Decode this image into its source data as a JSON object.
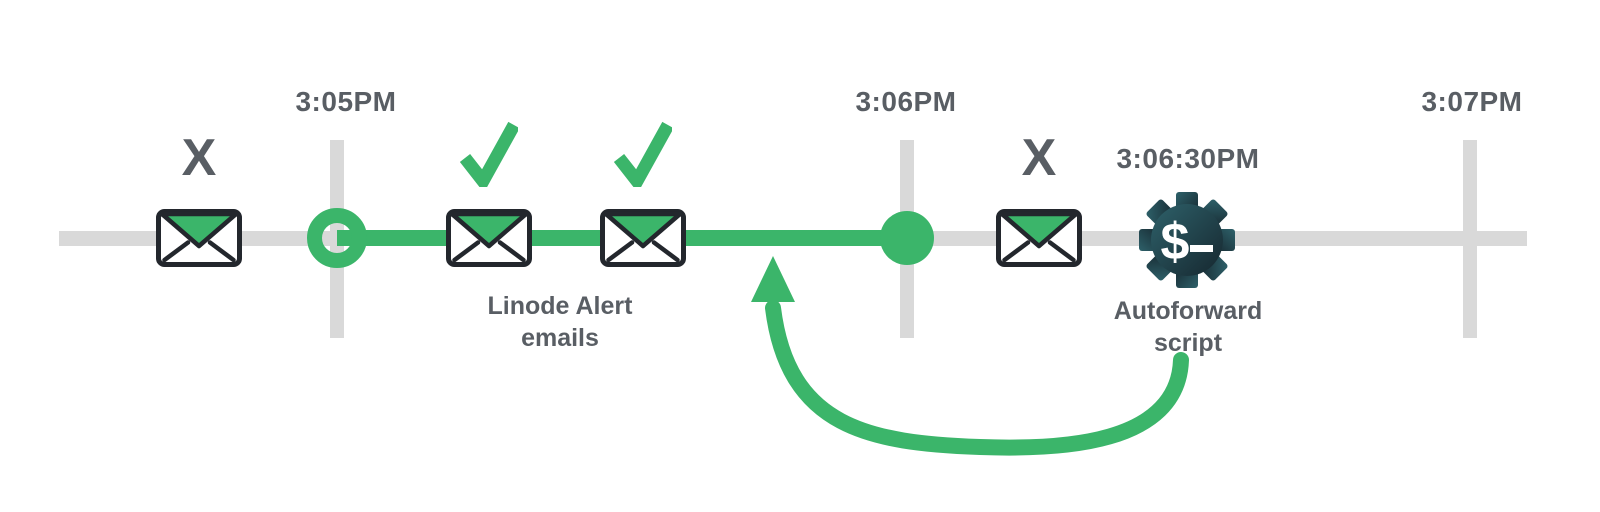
{
  "timeline": {
    "tick_labels": [
      "3:05PM",
      "3:06PM",
      "3:07PM"
    ]
  },
  "markers": {
    "fail": "X",
    "gear_glyph": "$"
  },
  "labels": {
    "alert_line1": "Linode Alert",
    "alert_line2": "emails",
    "script_time": "3:06:30PM",
    "script_line1": "Autoforward",
    "script_line2": "script"
  },
  "icons": {
    "envelope": "envelope-icon",
    "check": "check-icon",
    "fail": "x-mark",
    "gear": "gear-dollar-script-icon",
    "arrow": "curved-arrow-icon",
    "ring": "timeline-ring-marker",
    "dot": "timeline-dot-marker"
  },
  "colors": {
    "green": "#3bb56a",
    "track_gray": "#d9d9d9",
    "text_gray": "#595e64",
    "outline_dark": "#23272d",
    "gear_teal_light": "#2e616a",
    "gear_teal_dark": "#16272f"
  }
}
